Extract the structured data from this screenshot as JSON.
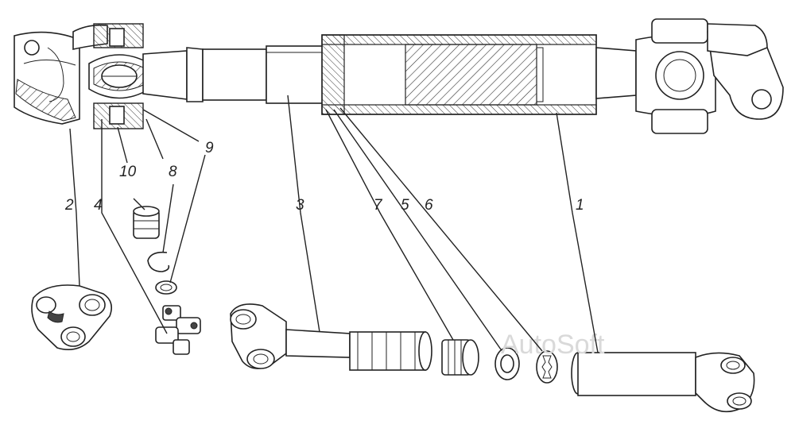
{
  "watermark": "AutoSoft",
  "callouts": [
    {
      "id": "c1",
      "label": "1"
    },
    {
      "id": "c2",
      "label": "2"
    },
    {
      "id": "c3",
      "label": "3"
    },
    {
      "id": "c4",
      "label": "4"
    },
    {
      "id": "c5",
      "label": "5"
    },
    {
      "id": "c6",
      "label": "6"
    },
    {
      "id": "c7",
      "label": "7"
    },
    {
      "id": "c8",
      "label": "8"
    },
    {
      "id": "c9",
      "label": "9"
    },
    {
      "id": "c10",
      "label": "10"
    }
  ]
}
